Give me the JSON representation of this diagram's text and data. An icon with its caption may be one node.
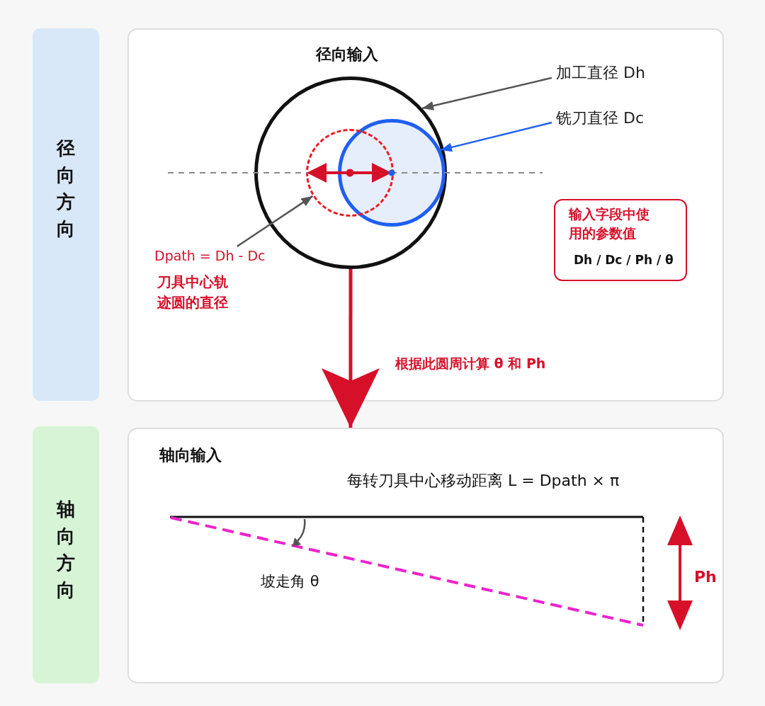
{
  "diagram": {
    "nodes": [
      {
        "text": [
          "径向方向"
        ]
      },
      {
        "text": [
          "径向输入"
        ]
      },
      {
        "text": [],
        "shape": "circle",
        "in": 1
      },
      {
        "text": [],
        "shape": "circle",
        "in": 2
      },
      {
        "text": [],
        "shape": "circle",
        "in": 2
      },
      {
        "text": [
          "加工直径 Dh"
        ],
        "in": 1
      },
      {
        "text": [
          "铣刀直径 Dc"
        ],
        "in": 1
      },
      {
        "text": [
          "Dpath = Dh - Dc",
          "刀具中心轨迹圆的直径"
        ],
        "in": 1
      },
      {
        "text": [
          "输入字段中使用的参数值",
          "Dh / Dc / Ph / θ"
        ],
        "in": 1
      },
      {
        "text": [
          "轴向方向"
        ]
      },
      {
        "text": [
          "轴向输入"
        ]
      }
    ],
    "edges": [
      {
        "from": 5,
        "to": 2,
        "arrow": "to"
      },
      {
        "from": 6,
        "to": 3,
        "arrow": "to",
        "color": "#1f5ff0"
      },
      {
        "from": 7,
        "to": 4,
        "arrow": "to"
      },
      {
        "from": 2,
        "to": 10,
        "arrow": "to",
        "label": "根据此圆周计算 θ 和 Ph",
        "style": "thick",
        "color": "#d7102a"
      }
    ],
    "labels": [
      "每转刀具中心移动距离 L = Dpath × π",
      "Ph",
      "坡走角 θ"
    ]
  }
}
